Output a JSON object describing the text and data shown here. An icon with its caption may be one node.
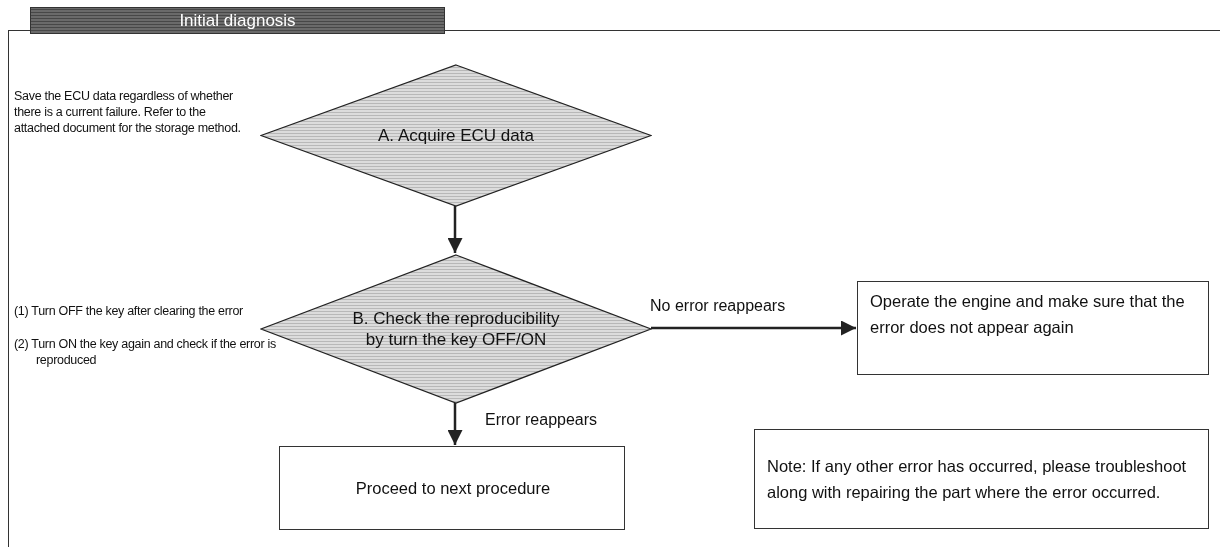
{
  "diagram": {
    "nodes": [
      {
        "text": [
          "Initial diagnosis"
        ]
      },
      {
        "text": [
          "A. Acquire ECU data"
        ],
        "in": 0,
        "beside": [
          "Save the ECU data regardless of whether there is a current failure. Refer to the attached document for the storage method."
        ]
      },
      {
        "text": [
          "B. Check the reproducibility by turn the key OFF/ON"
        ],
        "in": 0,
        "beside": [
          "(1) Turn OFF the key after clearing the error",
          "(2) Turn ON the key again and check if the error is reproduced"
        ]
      },
      {
        "text": [
          "Operate the engine and make sure that the error does not appear again"
        ],
        "in": 0
      },
      {
        "text": [
          "Proceed to next procedure"
        ],
        "in": 0
      },
      {
        "text": [
          "Note: If any other error has occurred, please troubleshoot along with repairing the part where the error occurred."
        ],
        "in": 0
      }
    ],
    "edges": [
      {
        "from": 1,
        "to": 2,
        "arrow": "to"
      },
      {
        "from": 2,
        "to": 3,
        "arrow": "to",
        "label": "No error reappears"
      },
      {
        "from": 2,
        "to": 4,
        "arrow": "to",
        "label": "Error reappears"
      }
    ]
  }
}
